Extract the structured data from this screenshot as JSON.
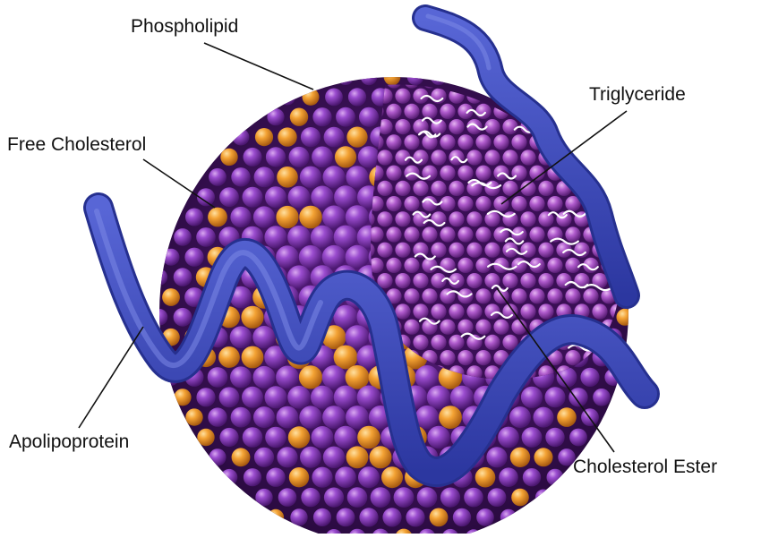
{
  "labels": {
    "phospholipid": "Phospholipid",
    "free_cholesterol": "Free Cholesterol",
    "triglyceride": "Triglyceride",
    "apolipoprotein": "Apolipoprotein",
    "cholesterol_ester": "Cholesterol Ester"
  },
  "colors": {
    "background": "#ffffff",
    "phospholipid_purple": "#8a3fc0",
    "free_cholesterol_orange": "#f0a030",
    "core_magenta": "#a64fbf",
    "apolipoprotein_blue": "#3a48b8",
    "leader_line": "#111111"
  }
}
